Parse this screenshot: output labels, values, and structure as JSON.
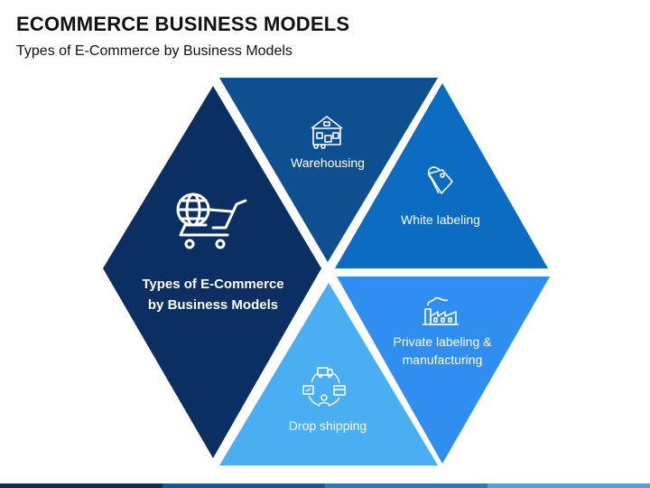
{
  "header": {
    "title": "ECOMMERCE BUSINESS MODELS",
    "subtitle": "Types of E-Commerce by Business Models"
  },
  "center": {
    "label_line1": "Types of E-Commerce",
    "label_line2": "by Business Models",
    "icon": "globe-cart-icon",
    "color": "#0b2f63"
  },
  "segments": [
    {
      "label": "Warehousing",
      "icon": "warehouse-icon",
      "color": "#0e4f8f"
    },
    {
      "label": "White labeling",
      "icon": "price-tag-icon",
      "color": "#0c6cc2"
    },
    {
      "label_line1": "Private labeling &",
      "label_line2": "manufacturing",
      "icon": "factory-icon",
      "color": "#2f8ef0"
    },
    {
      "label": "Drop shipping",
      "icon": "drop-shipping-cycle-icon",
      "color": "#49aef2"
    }
  ]
}
